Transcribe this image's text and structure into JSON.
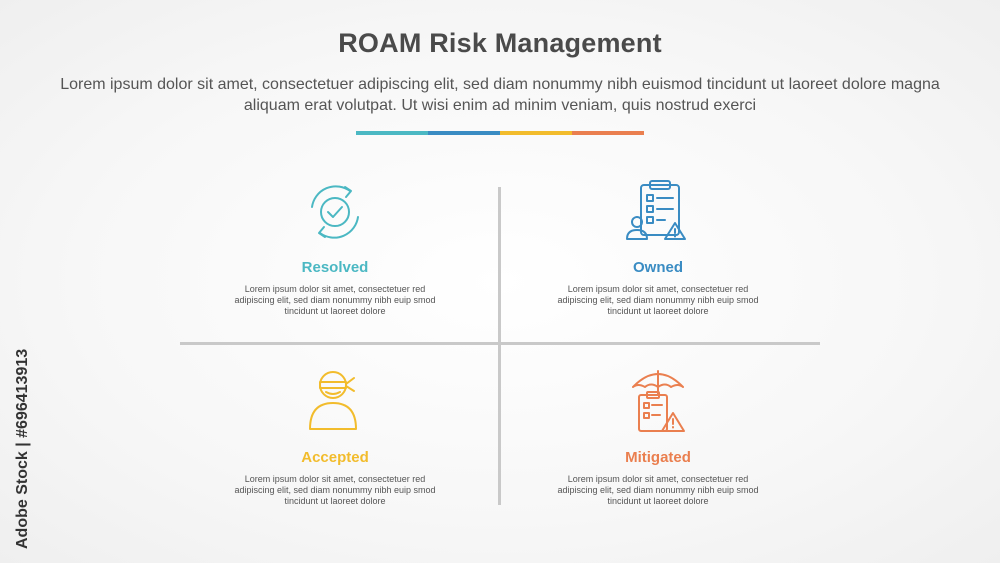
{
  "header": {
    "title": "ROAM Risk Management",
    "subtitle": "Lorem ipsum dolor sit amet, consectetuer adipiscing elit, sed diam nonummy nibh euismod tincidunt ut laoreet dolore magna aliquam erat volutpat. Ut wisi enim ad minim veniam, quis nostrud exerci"
  },
  "colors": {
    "teal": "#4bb8c3",
    "blue": "#3a8cc3",
    "yellow": "#f2bc2c",
    "orange": "#ea7f4f",
    "divider": "#c9c9c9"
  },
  "quadrants": [
    {
      "label": "Resolved",
      "color": "#4bb8c3",
      "icon": "cycle-check-icon",
      "description": "Lorem ipsum dolor sit amet, consectetuer red adipiscing elit, sed diam nonummy nibh euip smod tincidunt ut laoreet dolore"
    },
    {
      "label": "Owned",
      "color": "#3a8cc3",
      "icon": "clipboard-person-warning-icon",
      "description": "Lorem ipsum dolor sit amet, consectetuer red adipiscing elit, sed diam nonummy nibh euip smod tincidunt ut laoreet dolore"
    },
    {
      "label": "Accepted",
      "color": "#f2bc2c",
      "icon": "person-bandana-icon",
      "description": "Lorem ipsum dolor sit amet, consectetuer red adipiscing elit, sed diam nonummy nibh euip smod tincidunt ut laoreet dolore"
    },
    {
      "label": "Mitigated",
      "color": "#ea7f4f",
      "icon": "umbrella-clipboard-warning-icon",
      "description": "Lorem ipsum dolor sit amet, consectetuer red adipiscing elit, sed diam nonummy nibh euip smod tincidunt ut laoreet dolore"
    }
  ],
  "watermark": "Adobe Stock | #696413913"
}
